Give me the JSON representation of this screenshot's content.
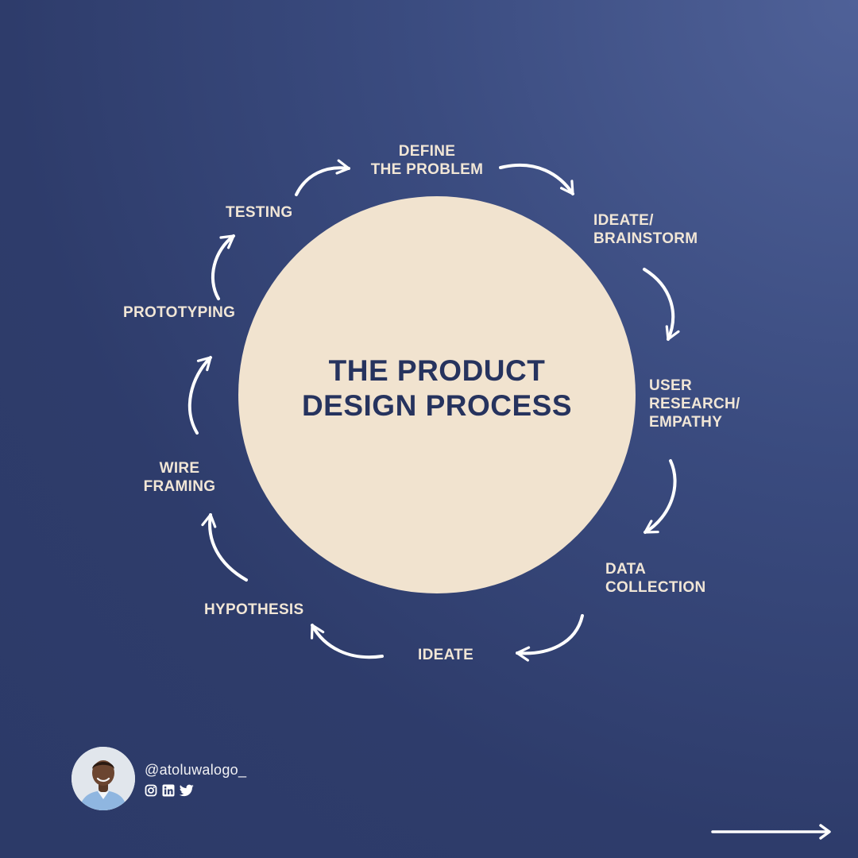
{
  "title": {
    "line1": "THE PRODUCT",
    "line2": "DESIGN PROCESS"
  },
  "steps": {
    "define": [
      "DEFINE",
      "THE PROBLEM"
    ],
    "ideate_brainstorm": [
      "IDEATE/",
      "BRAINSTORM"
    ],
    "user_research": [
      "USER",
      "RESEARCH/",
      "EMPATHY"
    ],
    "data_collection": [
      "DATA",
      "COLLECTION"
    ],
    "ideate": [
      "IDEATE"
    ],
    "hypothesis": [
      "HYPOTHESIS"
    ],
    "wire_framing": [
      "WIRE",
      "FRAMING"
    ],
    "prototyping": [
      "PROTOTYPING"
    ],
    "testing": [
      "TESTING"
    ]
  },
  "author": {
    "handle": "@atoluwalogo_",
    "social_icons": [
      "instagram-icon",
      "linkedin-icon",
      "twitter-icon"
    ]
  },
  "colors": {
    "background": "#2e3c6b",
    "circle": "#f1e3cf",
    "title_text": "#26335e",
    "step_text": "#f1e6d6",
    "arrows": "#ffffff"
  },
  "icons": {
    "next": "arrow-right-icon",
    "cycle_arrows": "curved-arrow-icon"
  }
}
